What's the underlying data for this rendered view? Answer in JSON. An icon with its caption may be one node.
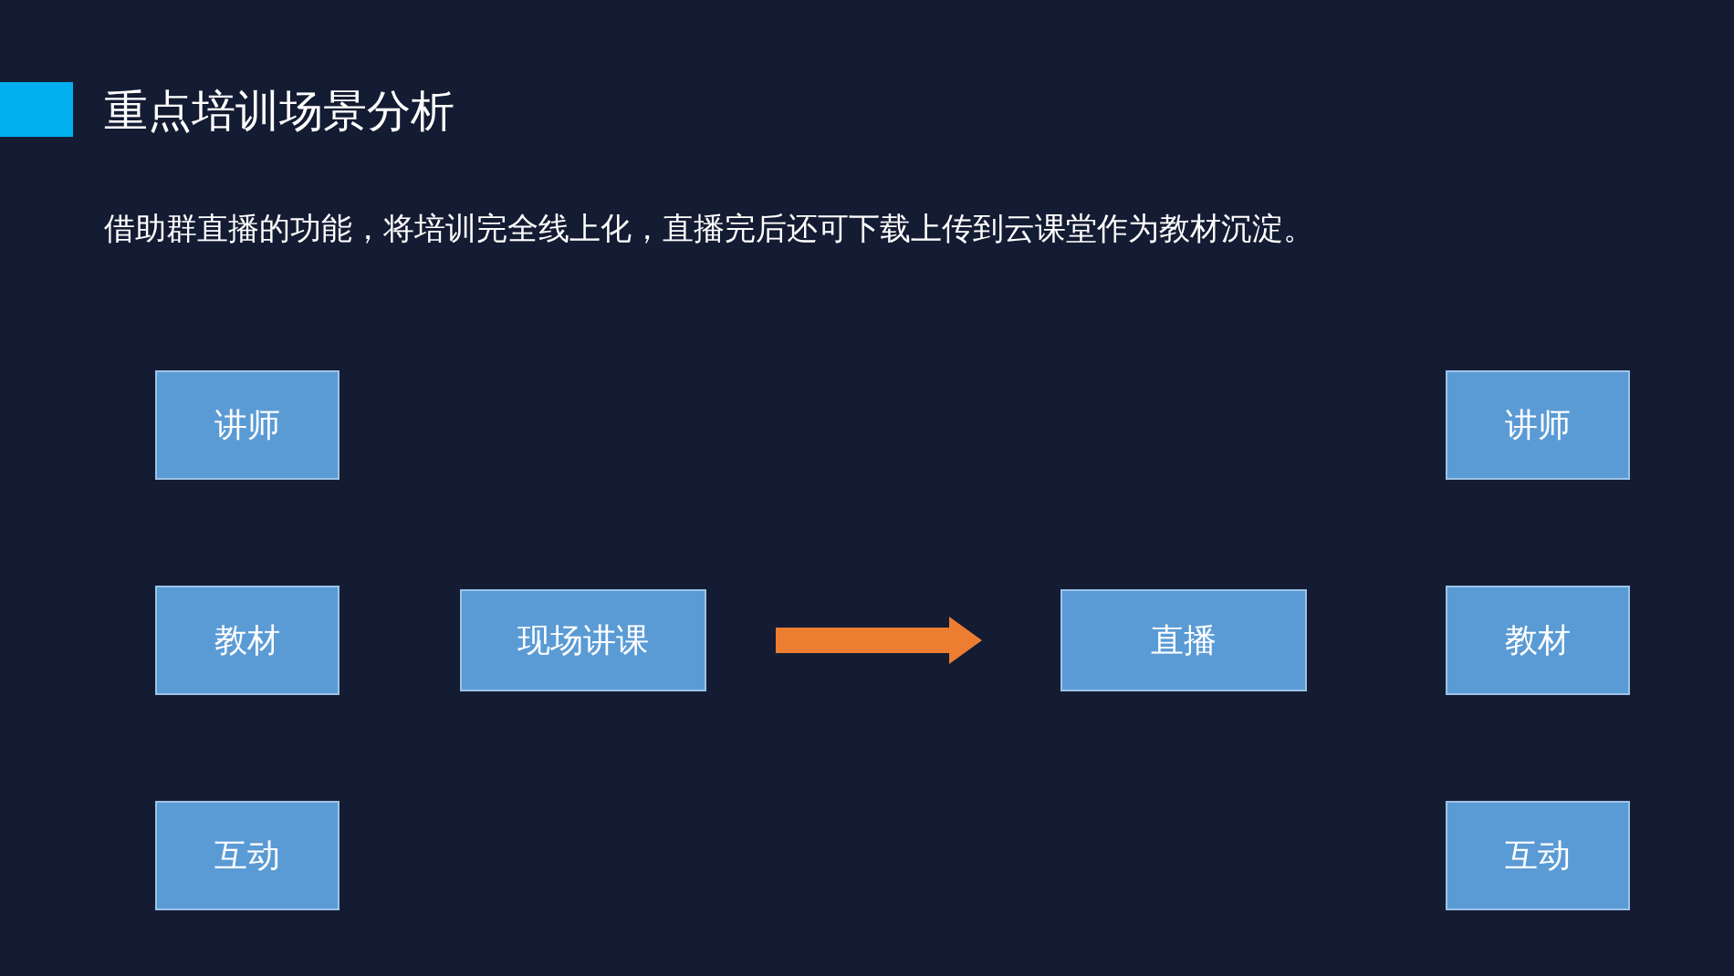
{
  "diagram": {
    "title": "重点培训场景分析",
    "nodes": [
      {
        "text": [
          "讲师"
        ]
      },
      {
        "text": [
          "教材"
        ]
      },
      {
        "text": [
          "互动"
        ]
      },
      {
        "text": [
          "现场讲课"
        ]
      },
      {
        "text": [
          "直播"
        ]
      },
      {
        "text": [
          "讲师"
        ]
      },
      {
        "text": [
          "教材"
        ]
      },
      {
        "text": [
          "互动"
        ]
      }
    ],
    "edges": [
      {
        "from": 3,
        "to": 4,
        "arrow": "to",
        "style": "thick",
        "color": "#ed7d31"
      }
    ],
    "labels": [
      "借助群直播的功能，将培训完全线上化，直播完后还可下载上传到云课堂作为教材沉淀。"
    ]
  }
}
